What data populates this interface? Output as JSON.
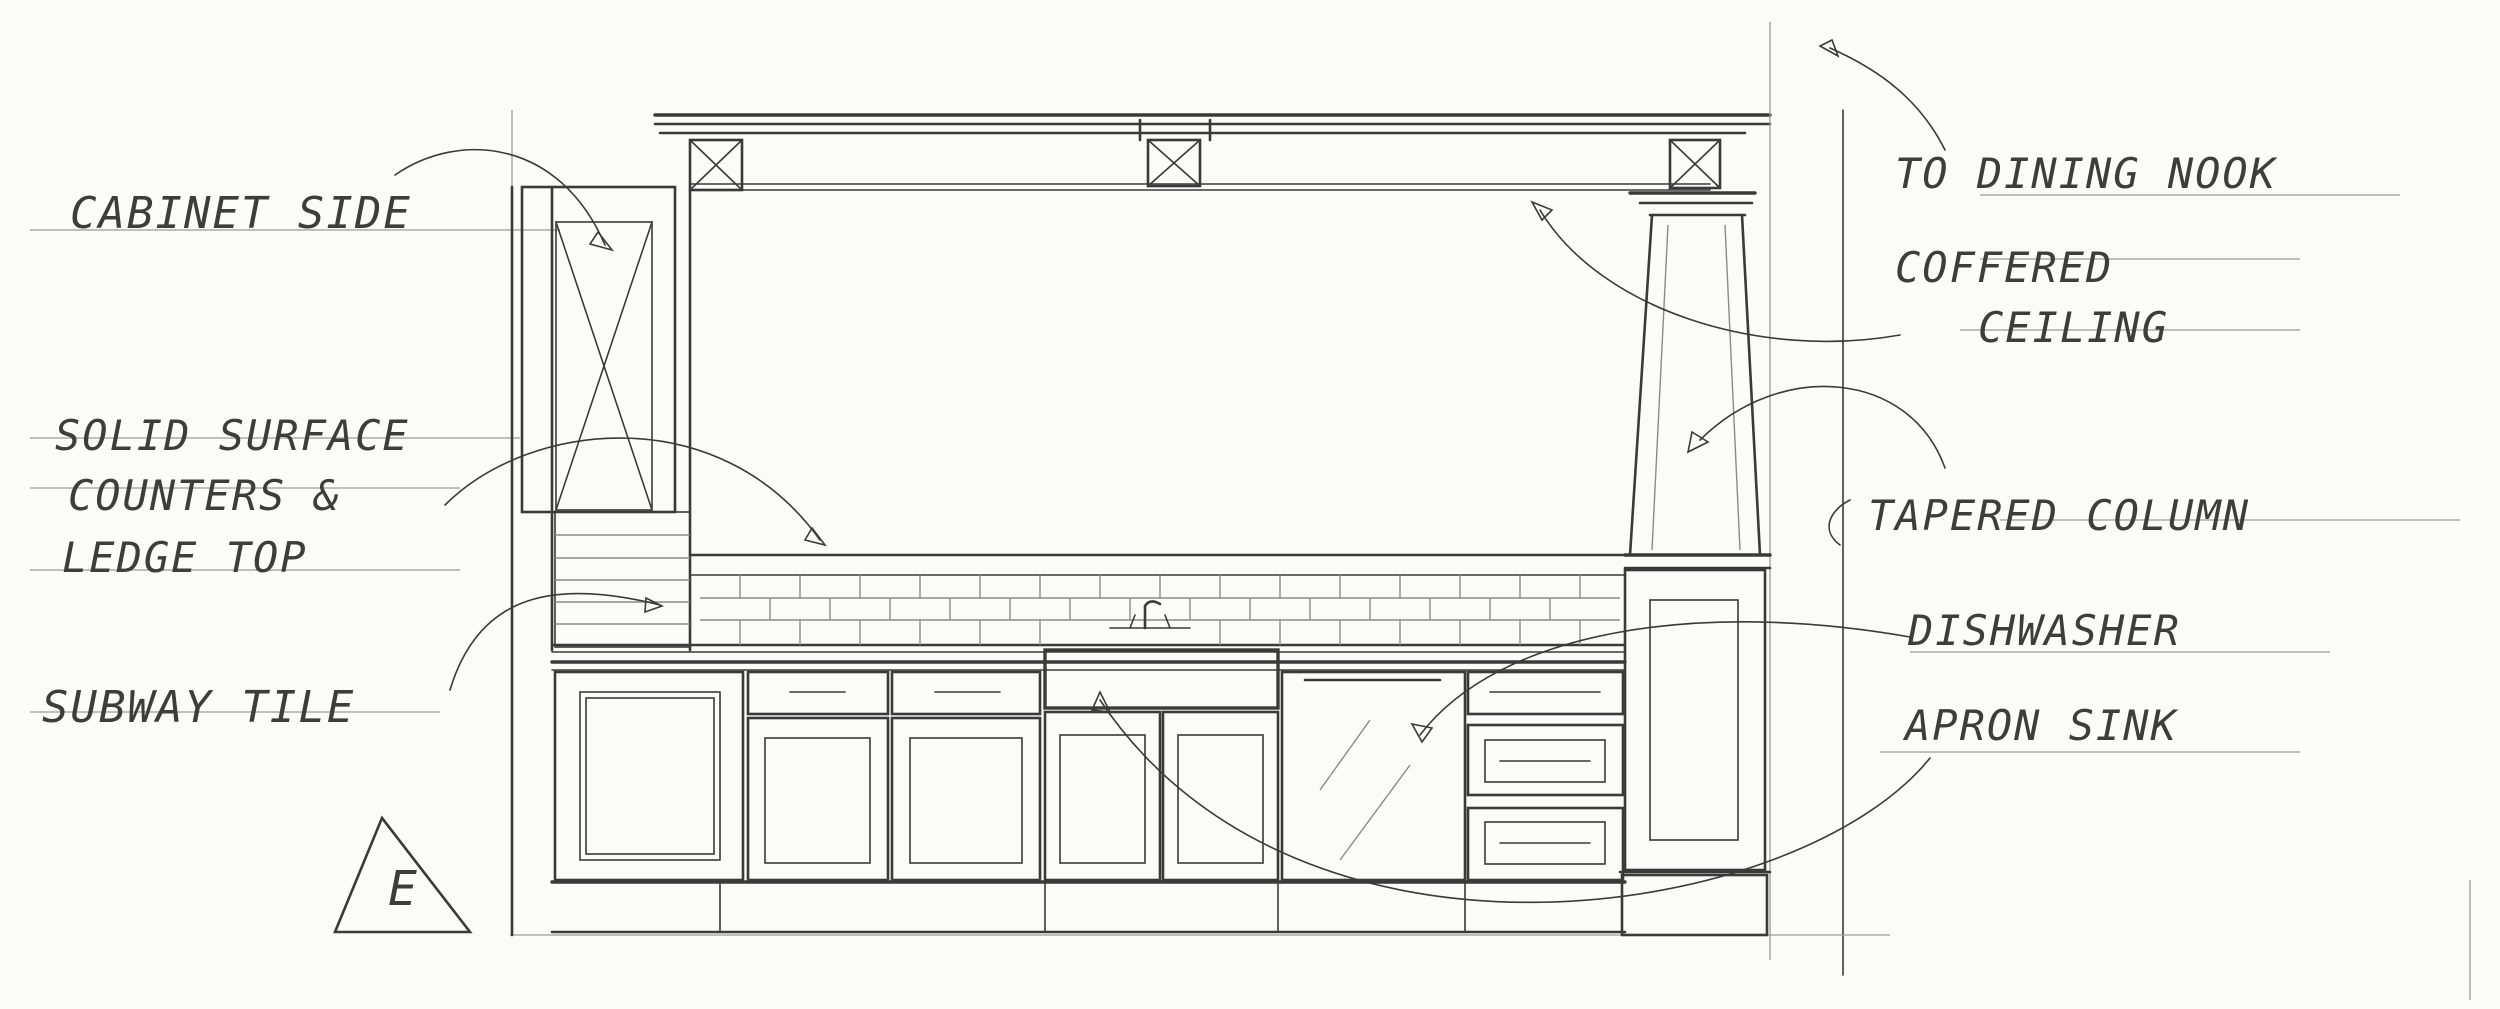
{
  "labels": {
    "cabinet_side": "CABINET SIDE",
    "solid_surface_1": "SOLID SURFACE",
    "solid_surface_2": "COUNTERS &",
    "solid_surface_3": "LEDGE TOP",
    "subway_tile": "SUBWAY TILE",
    "to_dining_nook": "TO DINING NOOK",
    "coffered_1": "COFFERED",
    "coffered_2": "CEILING",
    "tapered_column": "TAPERED COLUMN",
    "dishwasher": "DISHWASHER",
    "apron_sink": "APRON SINK",
    "elevation_marker": "E"
  }
}
